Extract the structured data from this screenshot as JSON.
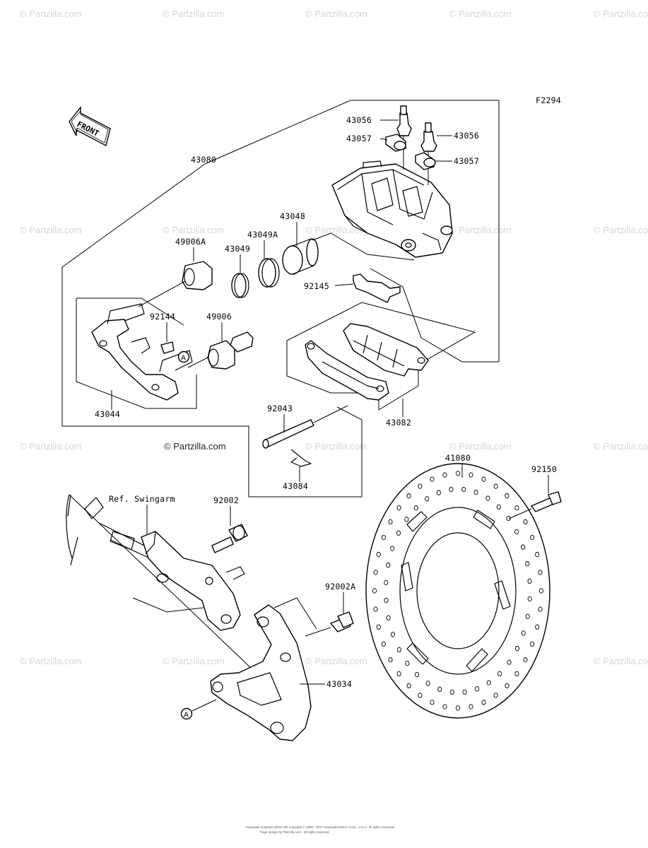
{
  "figure_code": "F2294",
  "front_label": "FRONT",
  "watermark": "© Partzilla.com",
  "center_watermark": "© Partzilla.com",
  "ref_label": "Ref. Swingarm",
  "circle_marker": "A",
  "footer_line1": "Kawasaki materials within site copyright © 1995 - 2017 Kawasaki Motors Corp., U.S.A. All rights reserved.",
  "footer_line2": "Page design by Partzilla.com - all rights reserved.",
  "parts": [
    {
      "id": "43056a",
      "number": "43056"
    },
    {
      "id": "43056b",
      "number": "43056"
    },
    {
      "id": "43057a",
      "number": "43057"
    },
    {
      "id": "43057b",
      "number": "43057"
    },
    {
      "id": "43080",
      "number": "43080"
    },
    {
      "id": "43048",
      "number": "43048"
    },
    {
      "id": "43049A",
      "number": "43049A"
    },
    {
      "id": "43049",
      "number": "43049"
    },
    {
      "id": "49006A",
      "number": "49006A"
    },
    {
      "id": "92145",
      "number": "92145"
    },
    {
      "id": "92144",
      "number": "92144"
    },
    {
      "id": "49006",
      "number": "49006"
    },
    {
      "id": "43044",
      "number": "43044"
    },
    {
      "id": "43082",
      "number": "43082"
    },
    {
      "id": "92043",
      "number": "92043"
    },
    {
      "id": "43084",
      "number": "43084"
    },
    {
      "id": "41080",
      "number": "41080"
    },
    {
      "id": "92150",
      "number": "92150"
    },
    {
      "id": "92002",
      "number": "92002"
    },
    {
      "id": "92002A",
      "number": "92002A"
    },
    {
      "id": "43034",
      "number": "43034"
    }
  ]
}
